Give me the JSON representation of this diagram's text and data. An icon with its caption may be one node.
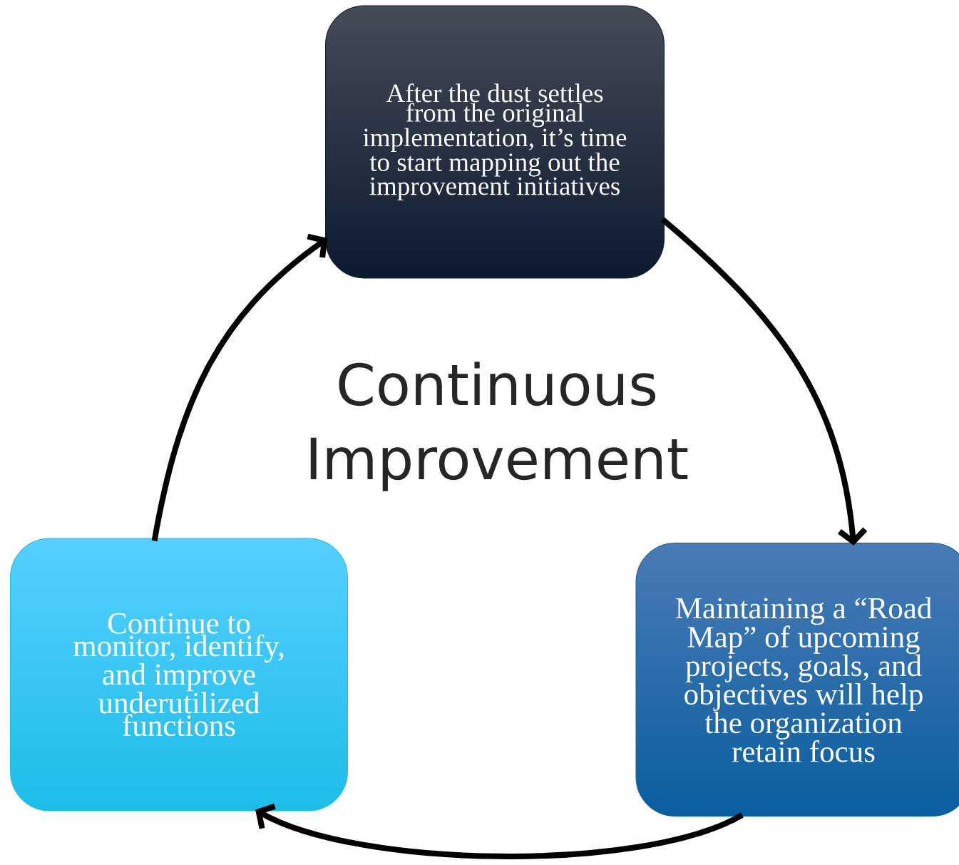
{
  "diagram": {
    "title": "Continuous Improvement",
    "nodes": [
      {
        "text": [
          "After the dust settles from the original implementation, it’s time to start mapping out the improvement initiatives"
        ]
      },
      {
        "text": [
          "Maintaining a “Road Map” of upcoming projects, goals, and objectives will help the organization retain focus"
        ]
      },
      {
        "text": [
          "Continue to monitor, identify, and improve underutilized functions"
        ]
      }
    ],
    "edges": [
      {
        "from": 0,
        "to": 1,
        "arrow": "to"
      },
      {
        "from": 1,
        "to": 2,
        "arrow": "to"
      },
      {
        "from": 2,
        "to": 0,
        "arrow": "to"
      }
    ]
  }
}
